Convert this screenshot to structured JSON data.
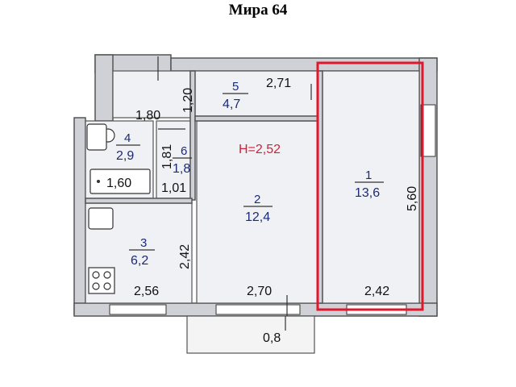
{
  "title": "Мира 64",
  "ceiling_height": "Н=2,52",
  "rooms": [
    {
      "number": "1",
      "area": "13,6"
    },
    {
      "number": "2",
      "area": "12,4"
    },
    {
      "number": "3",
      "area": "6,2"
    },
    {
      "number": "4",
      "area": "2,9"
    },
    {
      "number": "5",
      "area": "4,7"
    },
    {
      "number": "6",
      "area": "1,8"
    }
  ],
  "dimensions": {
    "d_2_71": "2,71",
    "d_1_20": "1,20",
    "d_1_80": "1,80",
    "d_1_81": "1,81",
    "d_1_60": "1,60",
    "d_1_01": "1,01",
    "d_5_60": "5,60",
    "d_2_42_kitchen": "2,42",
    "d_2_56": "2,56",
    "d_2_70": "2,70",
    "d_2_42_room1": "2,42",
    "d_0_8": "0,8"
  },
  "colors": {
    "highlight": "#e0182e",
    "room_labels": "#1a2a7a",
    "ceiling_label": "#d0213a"
  }
}
